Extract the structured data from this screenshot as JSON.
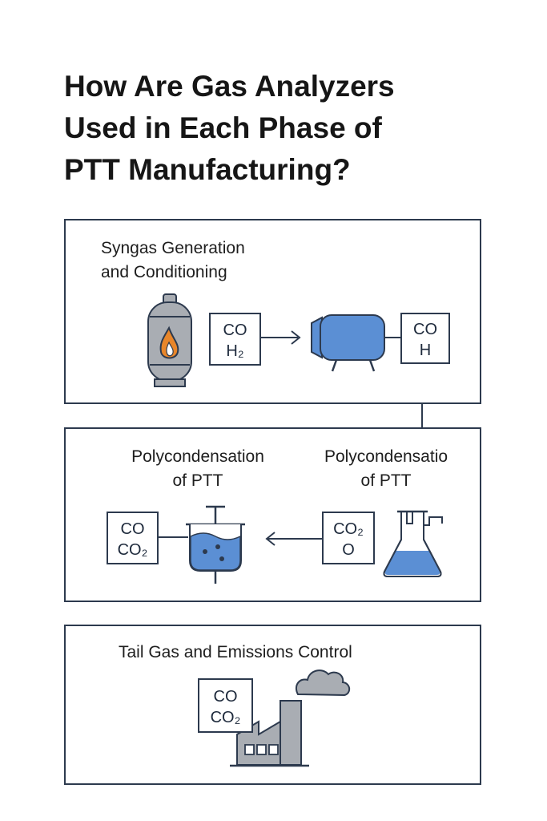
{
  "title": {
    "lines": [
      "How Are Gas Analyzers",
      "Used in Each Phase of",
      "PTT Manufacturing?"
    ]
  },
  "panel1": {
    "label_lines": [
      "Syngas Generation",
      "and Conditioning"
    ],
    "analyzer_a": [
      "CO",
      "H₂"
    ],
    "analyzer_b": [
      "CO",
      "H"
    ]
  },
  "panel2": {
    "left_label_lines": [
      "Polycondensation",
      "of PTT"
    ],
    "right_label_lines": [
      "Polycondensatio",
      "of PTT"
    ],
    "analyzer_left": [
      "CO",
      "CO₂"
    ],
    "analyzer_right": [
      "CO₂",
      "O"
    ]
  },
  "panel3": {
    "label": "Tail Gas and Emissions Control",
    "analyzer": [
      "CO",
      "CO₂"
    ]
  },
  "colors": {
    "outline": "#2d3a4e",
    "equipment_blue": "#5b8fd4",
    "vessel_gray": "#a9adb3",
    "flame_orange": "#e8862a"
  }
}
